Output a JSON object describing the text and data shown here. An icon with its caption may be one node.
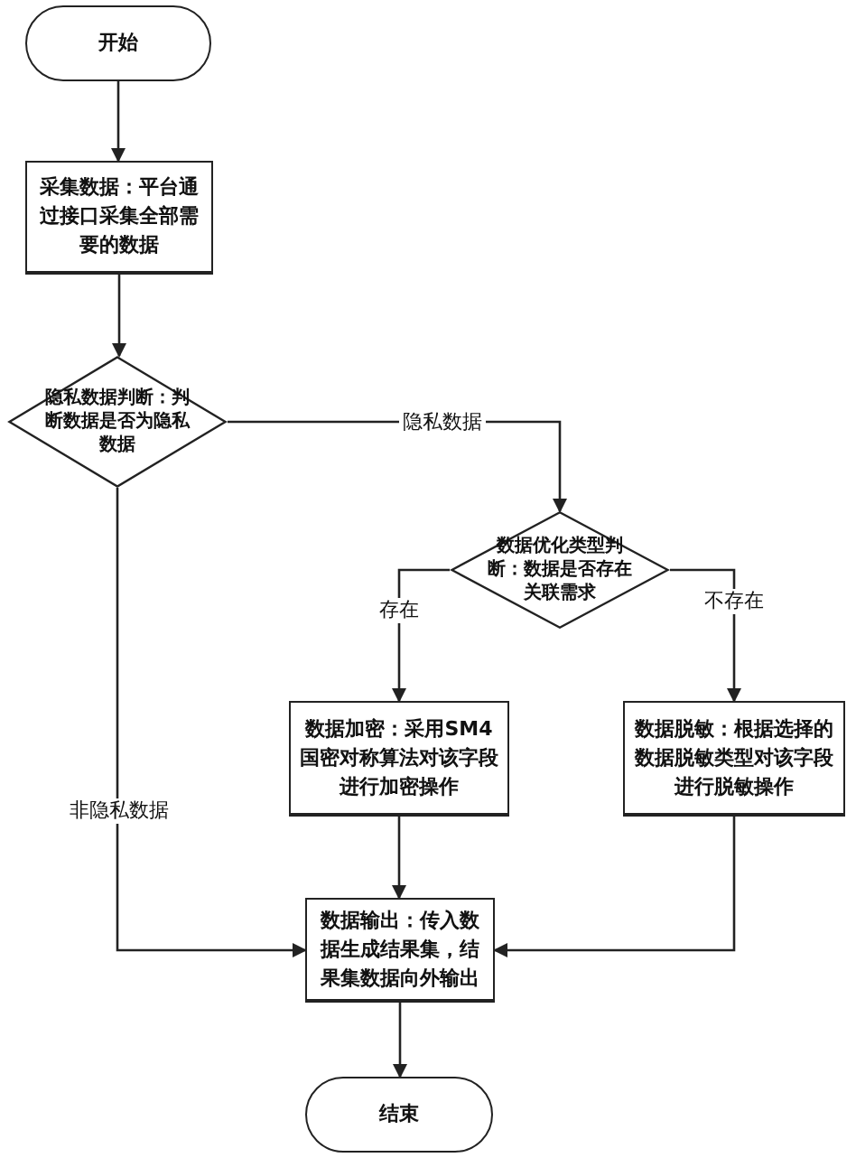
{
  "diagram": {
    "nodes": [
      {
        "text": [
          "开始"
        ]
      },
      {
        "text": [
          "采集数据：平台通过接口采集全部需要的数据"
        ]
      },
      {
        "text": [
          "隐私数据判断：判断数据是否为隐私数据"
        ]
      },
      {
        "text": [
          "数据优化类型判断：数据是否存在关联需求"
        ]
      },
      {
        "text": [
          "数据加密：采用SM4国密对称算法对该字段进行加密操作"
        ]
      },
      {
        "text": [
          "数据脱敏：根据选择的数据脱敏类型对该字段进行脱敏操作"
        ]
      },
      {
        "text": [
          "数据输出：传入数据生成结果集，结果集数据向外输出"
        ]
      },
      {
        "text": [
          "结束"
        ]
      }
    ],
    "edges": [
      {
        "from": 0,
        "to": 1,
        "arrow": "to"
      },
      {
        "from": 1,
        "to": 2,
        "arrow": "to"
      },
      {
        "from": 2,
        "to": 3,
        "arrow": "to",
        "label": "隐私数据"
      },
      {
        "from": 3,
        "to": 4,
        "arrow": "to",
        "label": "存在"
      },
      {
        "from": 3,
        "to": 5,
        "arrow": "to",
        "label": "不存在"
      },
      {
        "from": 2,
        "to": 6,
        "arrow": "to",
        "label": "非隐私数据"
      },
      {
        "from": 4,
        "to": 6,
        "arrow": "to"
      },
      {
        "from": 5,
        "to": 6,
        "arrow": "to"
      },
      {
        "from": 6,
        "to": 7,
        "arrow": "to"
      }
    ]
  }
}
